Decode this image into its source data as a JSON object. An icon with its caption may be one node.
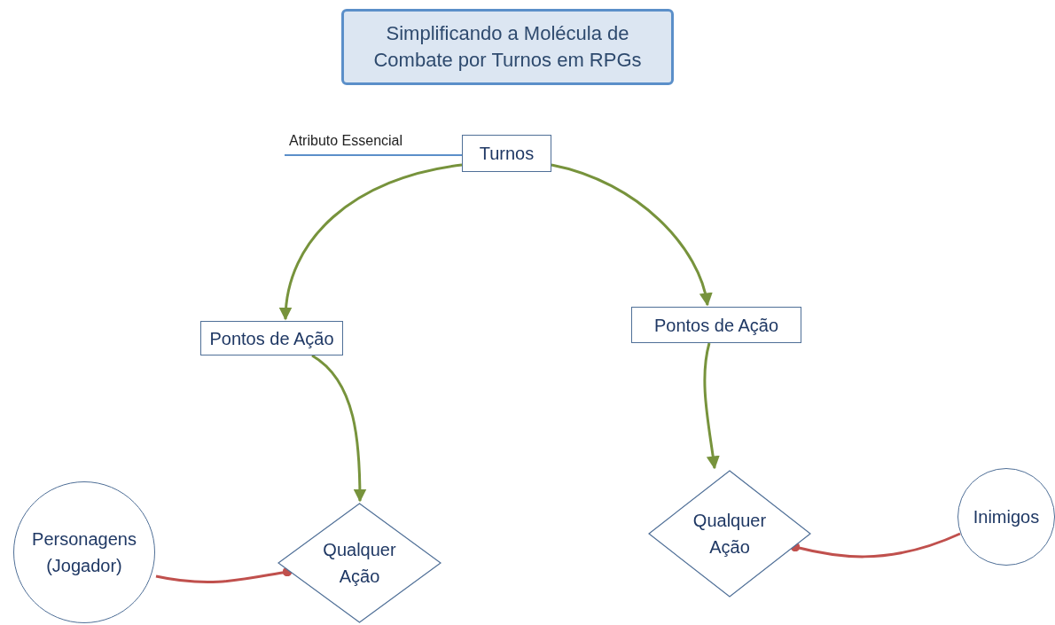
{
  "diagram": {
    "title": "Simplificando a Molécula de Combate por Turnos em RPGs",
    "nodes": [
      {
        "text": [
          "Atributo Essencial"
        ]
      },
      {
        "text": [
          "Turnos"
        ]
      },
      {
        "text": [
          "Pontos de Ação"
        ]
      },
      {
        "text": [
          "Pontos de Ação"
        ]
      },
      {
        "text": [
          "Personagens (Jogador)"
        ]
      },
      {
        "text": [
          "Qualquer Ação"
        ]
      },
      {
        "text": [
          "Qualquer Ação"
        ]
      },
      {
        "text": [
          "Inimigos"
        ]
      }
    ],
    "edges": [
      {
        "from": 0,
        "to": 1,
        "arrow": "none",
        "color": "#5b8fc9"
      },
      {
        "from": 1,
        "to": 2,
        "arrow": "to"
      },
      {
        "from": 1,
        "to": 3,
        "arrow": "to"
      },
      {
        "from": 2,
        "to": 5,
        "arrow": "to"
      },
      {
        "from": 3,
        "to": 6,
        "arrow": "to"
      },
      {
        "from": 4,
        "to": 5,
        "arrow": "other",
        "color": "#c0504d"
      },
      {
        "from": 7,
        "to": 6,
        "arrow": "other",
        "color": "#c0504d"
      }
    ]
  }
}
